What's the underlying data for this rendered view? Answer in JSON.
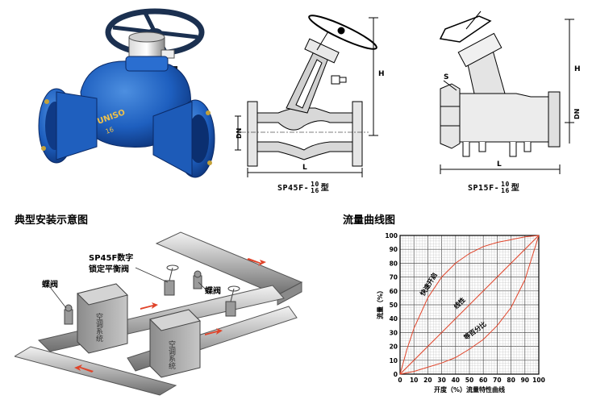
{
  "drawings": {
    "sp45f": {
      "model_prefix": "SP45F-",
      "pressure_top": "10",
      "pressure_bottom": "16",
      "suffix": "型",
      "dim_h": "H",
      "dim_dn": "DN",
      "dim_l": "L"
    },
    "sp15f": {
      "model_prefix": "SP15F-",
      "pressure_top": "10",
      "pressure_bottom": "16",
      "suffix": "型",
      "dim_h": "H",
      "dim_dn": "DN",
      "dim_l": "L",
      "dim_s": "S"
    }
  },
  "installation": {
    "title": "典型安装示意图",
    "valve_label_line1": "SP45F数字",
    "valve_label_line2": "锁定平衡阀",
    "butterfly_left": "蝶阀",
    "butterfly_right": "蝶阀",
    "box1_text": "空调系统",
    "box2_text": "空调系统"
  },
  "flow_chart": {
    "title": "流量曲线图",
    "chart_data": {
      "type": "line",
      "xlabel": "开度（%）流量特性曲线",
      "ylabel": "流量（%）",
      "xlim": [
        0,
        100
      ],
      "ylim": [
        0,
        100
      ],
      "x_ticks": [
        0,
        10,
        20,
        30,
        40,
        50,
        60,
        70,
        80,
        90,
        100
      ],
      "y_ticks": [
        0,
        10,
        20,
        30,
        40,
        50,
        60,
        70,
        80,
        90,
        100
      ],
      "grid": true,
      "series": [
        {
          "name": "快速开启",
          "x": [
            0,
            5,
            10,
            20,
            30,
            40,
            50,
            60,
            70,
            80,
            90,
            100
          ],
          "y": [
            0,
            18,
            33,
            55,
            70,
            80,
            87,
            92,
            95,
            97,
            99,
            100
          ]
        },
        {
          "name": "线性",
          "x": [
            0,
            100
          ],
          "y": [
            0,
            100
          ]
        },
        {
          "name": "等百分比",
          "x": [
            0,
            10,
            20,
            30,
            40,
            50,
            60,
            70,
            80,
            90,
            100
          ],
          "y": [
            0,
            2,
            5,
            8,
            12,
            18,
            25,
            35,
            48,
            68,
            100
          ]
        }
      ],
      "line_color": "#e0442a"
    }
  }
}
